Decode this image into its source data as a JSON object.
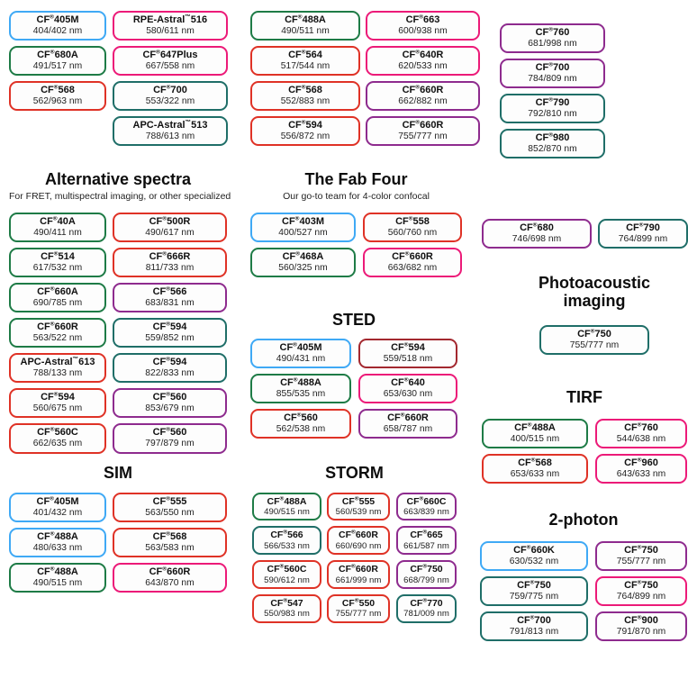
{
  "colors": {
    "blue": "#3FA9F5",
    "green": "#1E7B46",
    "teal": "#1F6E68",
    "red": "#DF3226",
    "darkred": "#A3282F",
    "pink": "#EC1A78",
    "purple": "#8E2B8E"
  },
  "chart_data": {
    "type": "table",
    "description_fields": [
      "dye name",
      "excitation/emission (nm)",
      "border color"
    ],
    "sections": [
      {
        "id": "top-a",
        "title": "",
        "subtitle": "",
        "columns": [
          [
            {
              "name": "CF®405M",
              "ex": "404/402 nm",
              "color": "blue"
            },
            {
              "name": "CF®680A",
              "ex": "491/517 nm",
              "color": "green"
            },
            {
              "name": "CF®568",
              "ex": "562/963 nm",
              "color": "red"
            }
          ],
          [
            {
              "name": "RPE-Astral™516",
              "ex": "580/611 nm",
              "color": "pink"
            },
            {
              "name": "CF®647Plus",
              "ex": "667/558 nm",
              "color": "pink"
            },
            {
              "name": "CF®700",
              "ex": "553/322 nm",
              "color": "teal"
            },
            {
              "name": "APC-Astral™513",
              "ex": "788/613 nm",
              "color": "teal"
            }
          ]
        ]
      },
      {
        "id": "top-b",
        "title": "",
        "subtitle": "",
        "columns": [
          [
            {
              "name": "CF®488A",
              "ex": "490/511 nm",
              "color": "green"
            },
            {
              "name": "CF®564",
              "ex": "517/544 nm",
              "color": "red"
            },
            {
              "name": "CF®568",
              "ex": "552/883 nm",
              "color": "red"
            },
            {
              "name": "CF®594",
              "ex": "556/872 nm",
              "color": "red"
            }
          ],
          [
            {
              "name": "CF®663",
              "ex": "600/938 nm",
              "color": "pink"
            },
            {
              "name": "CF®640R",
              "ex": "620/533 nm",
              "color": "pink"
            },
            {
              "name": "CF®660R",
              "ex": "662/882 nm",
              "color": "purple"
            },
            {
              "name": "CF®660R",
              "ex": "755/777 nm",
              "color": "purple"
            }
          ]
        ]
      },
      {
        "id": "top-c",
        "title": "",
        "subtitle": "",
        "columns": [
          [
            {
              "name": "CF®760",
              "ex": "681/998 nm",
              "color": "purple"
            },
            {
              "name": "CF®700",
              "ex": "784/809 nm",
              "color": "purple"
            },
            {
              "name": "CF®790",
              "ex": "792/810 nm",
              "color": "teal"
            },
            {
              "name": "CF®980",
              "ex": "852/870 nm",
              "color": "teal"
            }
          ]
        ]
      },
      {
        "id": "alt",
        "title": "Alternative spectra",
        "subtitle": "For FRET, multispectral imaging, or other specialized",
        "columns": [
          [
            {
              "name": "CF®40A",
              "ex": "490/411 nm",
              "color": "green"
            },
            {
              "name": "CF®514",
              "ex": "617/532 nm",
              "color": "green"
            },
            {
              "name": "CF®660A",
              "ex": "690/785 nm",
              "color": "green"
            },
            {
              "name": "CF®660R",
              "ex": "563/522 nm",
              "color": "green"
            },
            {
              "name": "APC-Astral™613",
              "ex": "788/133 nm",
              "color": "red"
            },
            {
              "name": "CF®594",
              "ex": "560/675 nm",
              "color": "red"
            },
            {
              "name": "CF®560C",
              "ex": "662/635 nm",
              "color": "red"
            }
          ],
          [
            {
              "name": "CF®500R",
              "ex": "490/617 nm",
              "color": "red"
            },
            {
              "name": "CF®666R",
              "ex": "811/733 nm",
              "color": "red"
            },
            {
              "name": "CF®566",
              "ex": "683/831 nm",
              "color": "purple"
            },
            {
              "name": "CF®594",
              "ex": "559/852 nm",
              "color": "teal"
            },
            {
              "name": "CF®594",
              "ex": "822/833 nm",
              "color": "teal"
            },
            {
              "name": "CF®560",
              "ex": "853/679 nm",
              "color": "purple"
            },
            {
              "name": "CF®560",
              "ex": "797/879 nm",
              "color": "purple"
            }
          ]
        ]
      },
      {
        "id": "fab",
        "title": "The Fab Four",
        "subtitle": "Our go-to team for 4-color confocal",
        "columns": [
          [
            {
              "name": "CF®403M",
              "ex": "400/527 nm",
              "color": "blue"
            },
            {
              "name": "CF®468A",
              "ex": "560/325 nm",
              "color": "green"
            }
          ],
          [
            {
              "name": "CF®558",
              "ex": "560/760 nm",
              "color": "red"
            },
            {
              "name": "CF®660R",
              "ex": "663/682 nm",
              "color": "pink"
            }
          ]
        ]
      },
      {
        "id": "sted",
        "title": "STED",
        "subtitle": "",
        "columns": [
          [
            {
              "name": "CF®405M",
              "ex": "490/431 nm",
              "color": "blue"
            },
            {
              "name": "CF®488A",
              "ex": "855/535 nm",
              "color": "green"
            },
            {
              "name": "CF®560",
              "ex": "562/538 nm",
              "color": "red"
            }
          ],
          [
            {
              "name": "CF®594",
              "ex": "559/518 nm",
              "color": "darkred"
            },
            {
              "name": "CF®640",
              "ex": "653/630 nm",
              "color": "pink"
            },
            {
              "name": "CF®660R",
              "ex": "658/787 nm",
              "color": "purple"
            }
          ]
        ]
      },
      {
        "id": "pair",
        "title": "",
        "subtitle": "",
        "columns": [
          [
            {
              "name": "CF®680",
              "ex": "746/698 nm",
              "color": "purple"
            }
          ],
          [
            {
              "name": "CF®790",
              "ex": "764/899 nm",
              "color": "teal"
            }
          ]
        ]
      },
      {
        "id": "photo",
        "title": "Photoacoustic imaging",
        "subtitle": "",
        "columns": [
          [
            {
              "name": "CF®750",
              "ex": "755/777 nm",
              "color": "teal"
            }
          ]
        ]
      },
      {
        "id": "tirf",
        "title": "TIRF",
        "subtitle": "",
        "columns": [
          [
            {
              "name": "CF®488A",
              "ex": "400/515 nm",
              "color": "green"
            },
            {
              "name": "CF®568",
              "ex": "653/633 nm",
              "color": "red"
            }
          ],
          [
            {
              "name": "CF®760",
              "ex": "544/638 nm",
              "color": "pink"
            },
            {
              "name": "CF®960",
              "ex": "643/633 nm",
              "color": "pink"
            }
          ]
        ]
      },
      {
        "id": "sim",
        "title": "SIM",
        "subtitle": "",
        "columns": [
          [
            {
              "name": "CF®405M",
              "ex": "401/432 nm",
              "color": "blue"
            },
            {
              "name": "CF®488A",
              "ex": "480/633 nm",
              "color": "blue"
            },
            {
              "name": "CF®488A",
              "ex": "490/515 nm",
              "color": "green"
            }
          ],
          [
            {
              "name": "CF®555",
              "ex": "563/550 nm",
              "color": "red"
            },
            {
              "name": "CF®568",
              "ex": "563/583 nm",
              "color": "red"
            },
            {
              "name": "CF®660R",
              "ex": "643/870 nm",
              "color": "pink"
            }
          ]
        ]
      },
      {
        "id": "storm",
        "title": "STORM",
        "subtitle": "",
        "columns": [
          [
            {
              "name": "CF®488A",
              "ex": "490/515 nm",
              "color": "green"
            },
            {
              "name": "CF®566",
              "ex": "566/533 nm",
              "color": "teal"
            },
            {
              "name": "CF®560C",
              "ex": "590/612 nm",
              "color": "red"
            },
            {
              "name": "CF®547",
              "ex": "550/983 nm",
              "color": "red"
            }
          ],
          [
            {
              "name": "CF®555",
              "ex": "560/539 nm",
              "color": "red"
            },
            {
              "name": "CF®660R",
              "ex": "660/690 nm",
              "color": "red"
            },
            {
              "name": "CF®660R",
              "ex": "661/999 nm",
              "color": "red"
            },
            {
              "name": "CF®550",
              "ex": "755/777 nm",
              "color": "red"
            }
          ],
          [
            {
              "name": "CF®660C",
              "ex": "663/839 nm",
              "color": "purple"
            },
            {
              "name": "CF®665",
              "ex": "661/587 nm",
              "color": "purple"
            },
            {
              "name": "CF®750",
              "ex": "668/799 nm",
              "color": "purple"
            },
            {
              "name": "CF®770",
              "ex": "781/009 nm",
              "color": "teal"
            }
          ]
        ]
      },
      {
        "id": "2p",
        "title": "2-photon",
        "subtitle": "",
        "columns": [
          [
            {
              "name": "CF®660K",
              "ex": "630/532 nm",
              "color": "blue"
            },
            {
              "name": "CF®750",
              "ex": "759/775 nm",
              "color": "teal"
            },
            {
              "name": "CF®700",
              "ex": "791/813 nm",
              "color": "teal"
            }
          ],
          [
            {
              "name": "CF®750",
              "ex": "755/777 nm",
              "color": "purple"
            },
            {
              "name": "CF®750",
              "ex": "764/899 nm",
              "color": "pink"
            },
            {
              "name": "CF®900",
              "ex": "791/870 nm",
              "color": "purple"
            }
          ]
        ]
      }
    ]
  }
}
